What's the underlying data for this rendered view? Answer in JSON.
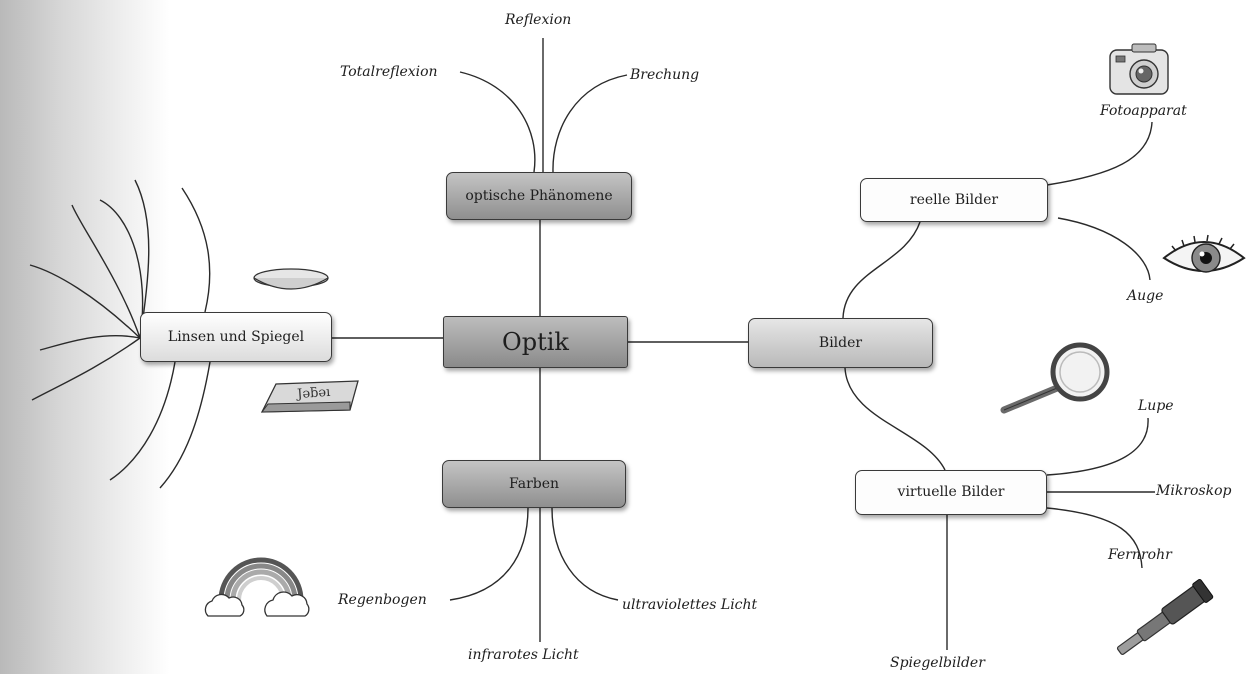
{
  "center": "Optik",
  "branches": {
    "optische_phaenomene": {
      "label": "optische Phänomene",
      "children": [
        "Reflexion",
        "Totalreflexion",
        "Brechung"
      ]
    },
    "farben": {
      "label": "Farben",
      "children": [
        "Regenbogen",
        "infrarotes Licht",
        "ultraviolettes Licht"
      ]
    },
    "linsen_spiegel": {
      "label": "Linsen und Spiegel"
    },
    "bilder": {
      "label": "Bilder",
      "reelle": {
        "label": "reelle Bilder",
        "children": [
          "Fotoapparat",
          "Auge"
        ]
      },
      "virtuelle": {
        "label": "virtuelle Bilder",
        "children": [
          "Lupe",
          "Mikroskop",
          "Fernrohr",
          "Spiegelbilder"
        ]
      }
    }
  },
  "icons": [
    "lens-icon",
    "mirror-icon",
    "rainbow-icon",
    "camera-icon",
    "eye-icon",
    "magnifier-icon",
    "telescope-icon"
  ],
  "mirror_text": "Jəƃəı",
  "colors": {
    "box_grey": "#a3a3a3",
    "line": "#2a2a2a",
    "paper": "#ffffff"
  }
}
